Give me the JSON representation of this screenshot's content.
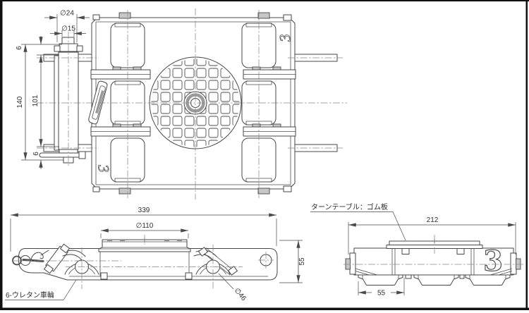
{
  "top_view": {
    "dim_dia24": "∅24",
    "dim_dia15": "∅15",
    "dim_height_overall": "140",
    "dim_height_inner": "101",
    "dim_offset_top": "6",
    "dim_offset_bottom": "6",
    "marking_top_right": "3",
    "marking_bottom_left": "3"
  },
  "side_view": {
    "dim_length": "339",
    "dim_turntable_dia": "∅110",
    "dim_height": "55",
    "dim_wheel_dia": "∅46",
    "label_wheels": "6-ウレタン車輪"
  },
  "end_view": {
    "dim_width": "212",
    "dim_wheel_width": "55",
    "label_turntable": "ターンテーブル：ゴム板",
    "marking": "3"
  },
  "style": {
    "line_color": "#474747",
    "frame_color": "#111111",
    "background": "#ffffff"
  }
}
